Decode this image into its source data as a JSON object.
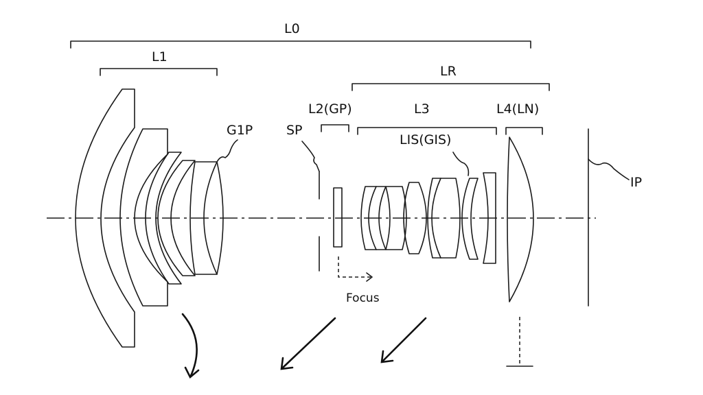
{
  "labels": {
    "L0": "L0",
    "L1": "L1",
    "LR": "LR",
    "L2": "L2(GP)",
    "L3": "L3",
    "L4": "L4(LN)",
    "G1P": "G1P",
    "SP": "SP",
    "LIS": "LIS(GIS)",
    "IP": "IP",
    "focus": "Focus"
  },
  "colors": {
    "line": "#1a1a1a",
    "background": "#ffffff"
  }
}
